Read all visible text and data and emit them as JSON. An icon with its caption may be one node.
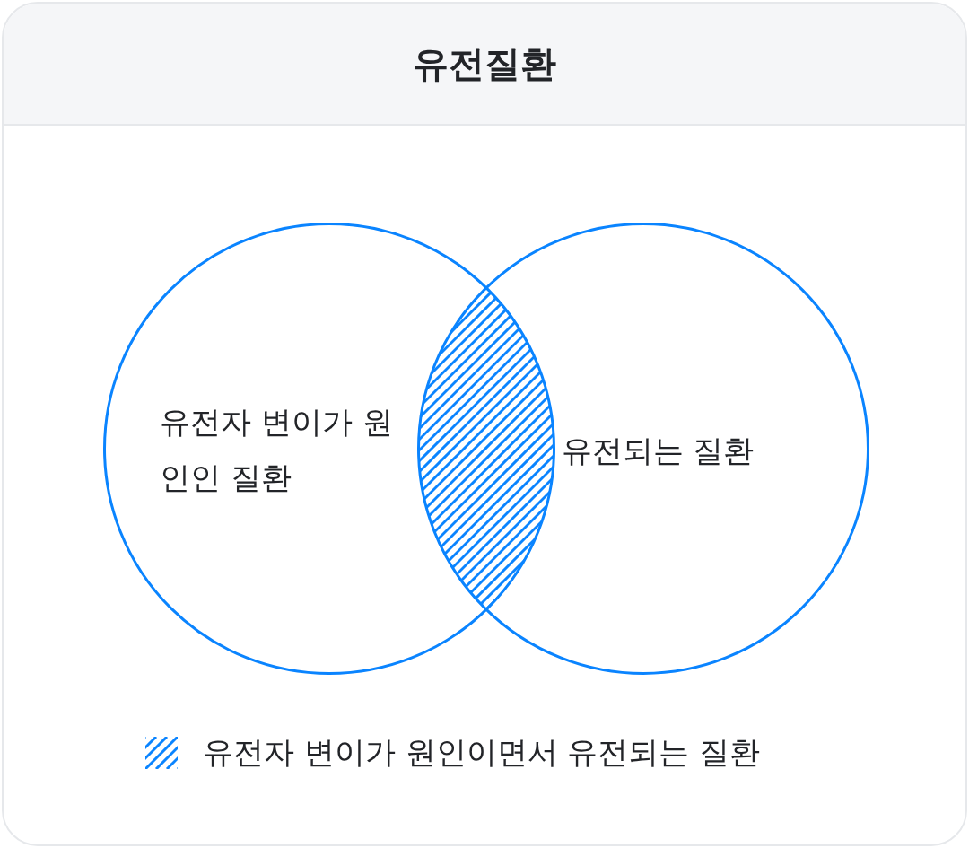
{
  "diagram": {
    "title": "유전질환",
    "nodes": [
      {
        "text": [
          "유전자 변이가 원인인 질환"
        ]
      },
      {
        "text": [
          "유전되는 질환"
        ]
      }
    ],
    "legend": [
      {
        "text": "유전자 변이가 원인이면서 유전되는 질환"
      }
    ]
  }
}
